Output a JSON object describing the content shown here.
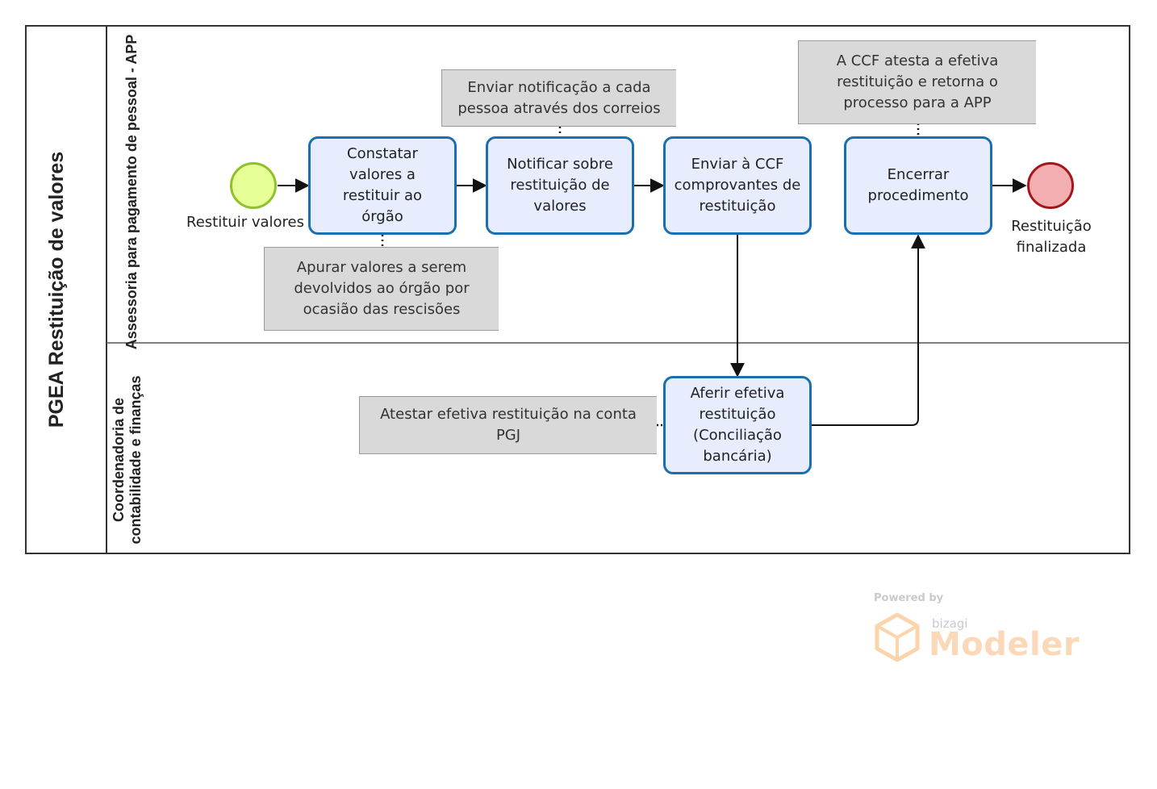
{
  "pool": {
    "title": "PGEA Restituição de valores"
  },
  "lanes": [
    {
      "label": "Assessoria para pagamento de pessoal - APP"
    },
    {
      "label": "Coordenadoria de contabilidade e finanças"
    }
  ],
  "events": {
    "start": {
      "label": "Restituir valores"
    },
    "end": {
      "label": "Restituição finalizada"
    }
  },
  "tasks": [
    {
      "label": "Constatar valores a restituir ao órgão"
    },
    {
      "label": "Notificar sobre restituição de valores"
    },
    {
      "label": "Enviar à CCF comprovantes de restituição"
    },
    {
      "label": "Encerrar procedimento"
    },
    {
      "label": "Aferir efetiva restituição (Conciliação bancária)"
    }
  ],
  "annotations": [
    {
      "label": "Apurar valores a serem devolvidos ao órgão por ocasião das rescisões"
    },
    {
      "label": "Enviar notificação a cada pessoa através dos correios"
    },
    {
      "label": "A CCF atesta a efetiva restituição e retorna o processo para a APP"
    },
    {
      "label": "Atestar efetiva restituição na conta PGJ"
    }
  ],
  "watermark": {
    "powered_by": "Powered by",
    "brand": "bizagi",
    "product": "Modeler"
  },
  "colors": {
    "task_border": "#1b6fae",
    "task_fill": "#e8edfd",
    "start_fill": "#e6ff97",
    "start_border": "#8fc12a",
    "end_fill": "#f2aeb0",
    "end_border": "#a4161a",
    "annotation_fill": "#d9d9d9",
    "watermark_orange": "#fbd8b5"
  }
}
